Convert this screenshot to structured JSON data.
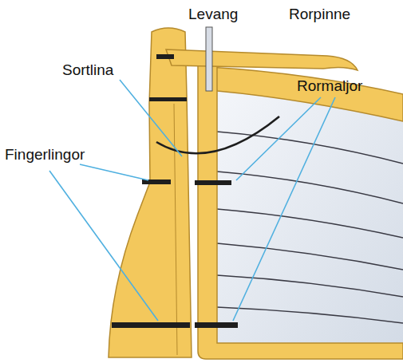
{
  "diagram": {
    "labels": [
      "Levang",
      "Rorpinne",
      "Sortlina",
      "Rormaljor",
      "Fingerlingor"
    ]
  }
}
